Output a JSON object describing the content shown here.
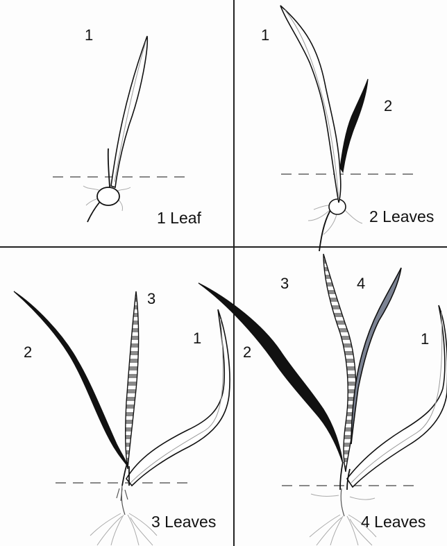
{
  "panels": [
    {
      "caption": "1 Leaf",
      "leaf_numbers": [
        "1"
      ]
    },
    {
      "caption": "2 Leaves",
      "leaf_numbers": [
        "1",
        "2"
      ]
    },
    {
      "caption": "3 Leaves",
      "leaf_numbers": [
        "1",
        "2",
        "3"
      ]
    },
    {
      "caption": "4 Leaves",
      "leaf_numbers": [
        "1",
        "2",
        "3",
        "4"
      ]
    }
  ],
  "colors": {
    "leaf_1": "#ffffff",
    "leaf_2": "#111111",
    "leaf_3_stripe": "#8a8a8a",
    "leaf_4": "#7c8393",
    "soil_line": "#888888"
  }
}
